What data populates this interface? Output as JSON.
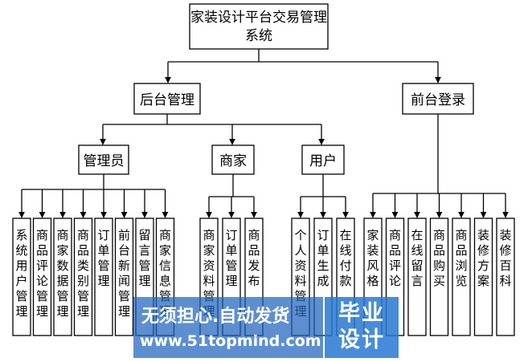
{
  "root": {
    "line1": "家装设计平台交易管理",
    "line2": "系统"
  },
  "backend": {
    "label": "后台管理"
  },
  "frontend": {
    "label": "前台登录",
    "modules": [
      "家装风格",
      "商品评论",
      "在线留言",
      "商品购买",
      "商品浏览",
      "装修方案",
      "装修百科"
    ]
  },
  "admin": {
    "label": "管理员",
    "modules": [
      "系统用户管理",
      "商品评论管理",
      "商家数据管理",
      "商品类别管理",
      "订单管理",
      "前台新闻管理",
      "留言管理",
      "商家信息管理"
    ]
  },
  "merchant": {
    "label": "商家",
    "modules": [
      "商家资料管理",
      "订单管理",
      "商品发布"
    ]
  },
  "user": {
    "label": "用户",
    "modules": [
      "个人资料管理",
      "订单生成",
      "在线付款"
    ]
  },
  "watermark": {
    "slogan": "无须担心.自动发货",
    "url": "www.51topmind.com",
    "brand_line1": "毕业",
    "brand_line2": "设计"
  }
}
